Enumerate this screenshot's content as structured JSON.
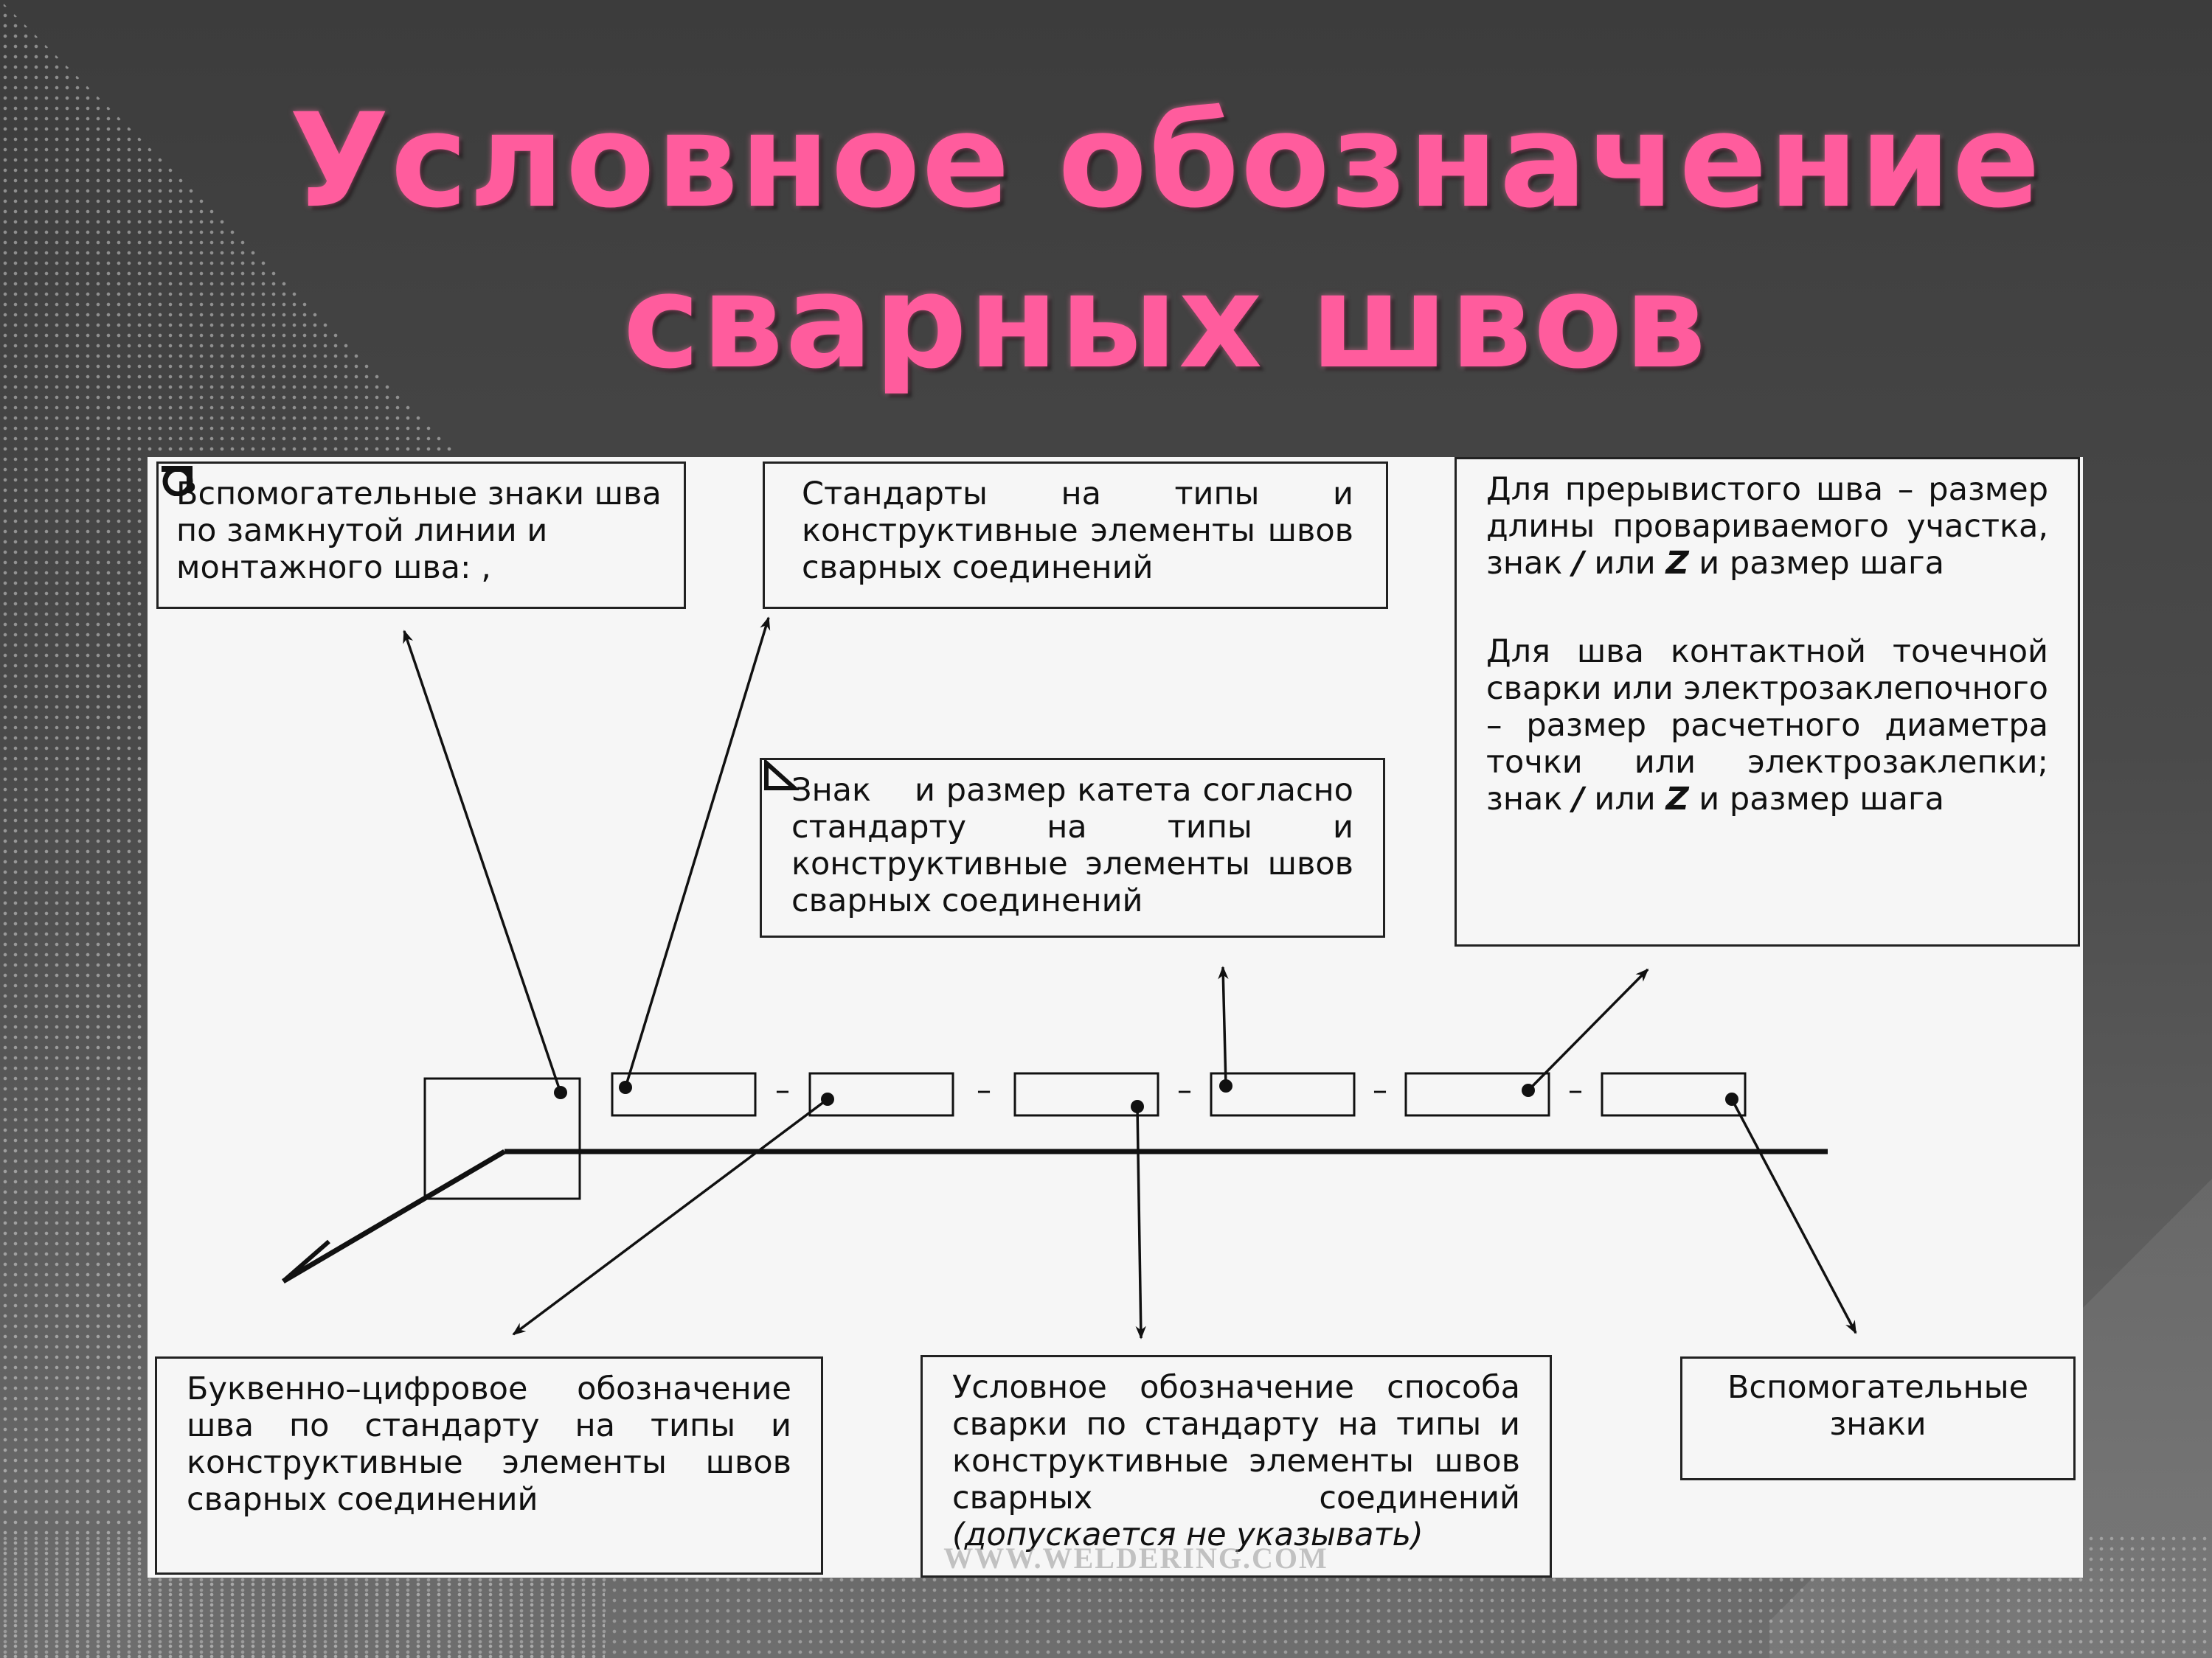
{
  "title": {
    "line1": "Условное обозначение",
    "line2": "сварных швов"
  },
  "boxes": {
    "aux_closed": {
      "text": "Вспомогательные знаки шва по замкнутой линии и монтажного шва:",
      "symbol_sep": ","
    },
    "standards": {
      "text": "Стандарты на типы и конструктивные элементы швов сварных соединений"
    },
    "intermittent": {
      "part1_a": "Для прерывистого шва – размер длины провариваемого участка, знак",
      "part1_sym1": "/",
      "part1_or": "или",
      "part1_sym2": "Z",
      "part1_b": "и размер шага",
      "part2_a": "Для шва контактной точечной сварки или электрозаклепочного – размер расчетного диаметра точки или электрозаклепки; знак",
      "part2_sym1": "/",
      "part2_or": "или",
      "part2_sym2": "Z",
      "part2_b": "и размер шага"
    },
    "leg_sign": {
      "prefix": "Знак",
      "text": "и размер катета согласно стандарту на типы и конструктивные элементы швов сварных соединений"
    },
    "alnum": {
      "text": "Буквенно–цифровое обозначение шва по стандарту на типы и конструктивные элементы швов сварных соединений"
    },
    "method": {
      "text": "Условное обозначение способа сварки по стандарту на типы и конструктивные элементы швов сварных соединений",
      "note": "(допускается не указывать)"
    },
    "aux": {
      "text": "Вспомогательные знаки"
    }
  },
  "symbol_line": {
    "separators": [
      "–",
      "–",
      "–",
      "–",
      "–"
    ]
  },
  "watermark": "WWW.WELDERING.COM",
  "colors": {
    "title": "#ff5c9d",
    "panel": "#f6f6f6",
    "background": "#444444",
    "ink": "#111111"
  }
}
